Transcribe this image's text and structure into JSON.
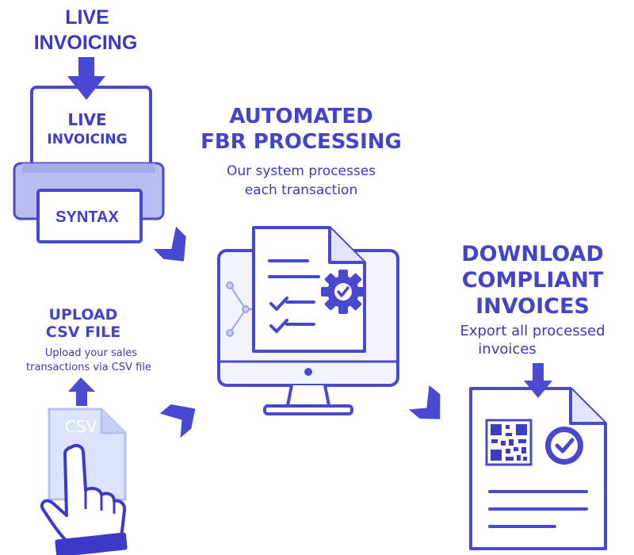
{
  "live_invoicing": {
    "title_line1": "LIVE",
    "title_line2": "INVOICING",
    "paper_line1": "LIVE",
    "paper_line2": "INVOICING",
    "tray_label": "SYNTAX"
  },
  "upload": {
    "title_line1": "UPLOAD",
    "title_line2": "CSV FILE",
    "desc_line1": "Upload your sales",
    "desc_line2": "transactions via CSV file",
    "file_label": "CSV"
  },
  "processing": {
    "title_line1": "AUTOMATED",
    "title_line2": "FBR PROCESSING",
    "desc_line1": "Our system processes",
    "desc_line2": "each transaction"
  },
  "download": {
    "title_line1": "DOWNLOAD",
    "title_line2": "COMPLIANT",
    "title_line3": "INVOICES",
    "desc_line1": "Export all processed",
    "desc_line2": "invoices"
  },
  "icons": [
    "down-arrow-icon",
    "printer-icon",
    "upload-arrow-icon",
    "csv-file-icon",
    "pointing-hand-icon",
    "flow-arrow-icon",
    "monitor-icon",
    "document-icon",
    "gear-check-icon",
    "checkmark-icon",
    "qr-code-icon",
    "check-badge-icon",
    "download-arrow-icon"
  ],
  "colors": {
    "primary": "#3f3fc8",
    "title": "#4343cc",
    "light_fill": "#dfe4fb",
    "paper": "#ffffff",
    "tray": "#b8bdf0"
  }
}
